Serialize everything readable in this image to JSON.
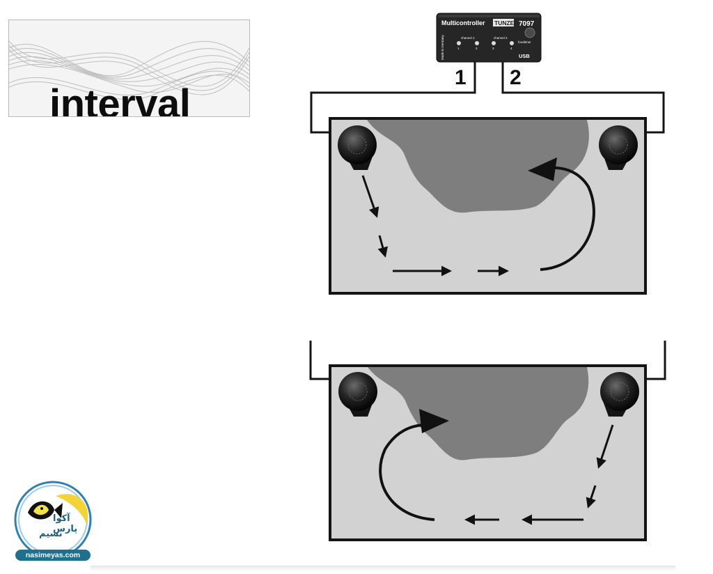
{
  "banner": {
    "title": "interval"
  },
  "controller": {
    "name": "Multicontroller",
    "brand": "TUNZE",
    "model": "7097",
    "channel1_label": "channel 1",
    "channel2_label": "channel 2",
    "made_in": "Made in Germany",
    "button_label": "foodtimer",
    "port_label": "USB",
    "led_numbers": [
      "1",
      "2",
      "3",
      "4"
    ]
  },
  "cables": {
    "channel_1": "1",
    "channel_2": "2"
  },
  "logo": {
    "site": "nasimeyas.com",
    "brand_line1": "آکوا پارس",
    "brand_line2": "نسیم"
  },
  "colors": {
    "tank_water": "#d2d2d2",
    "rock": "#7e7e7e",
    "outline": "#141414",
    "controller": "#262626"
  },
  "icons": [
    "pump-icon",
    "flow-arrow-icon",
    "fish-icon"
  ]
}
